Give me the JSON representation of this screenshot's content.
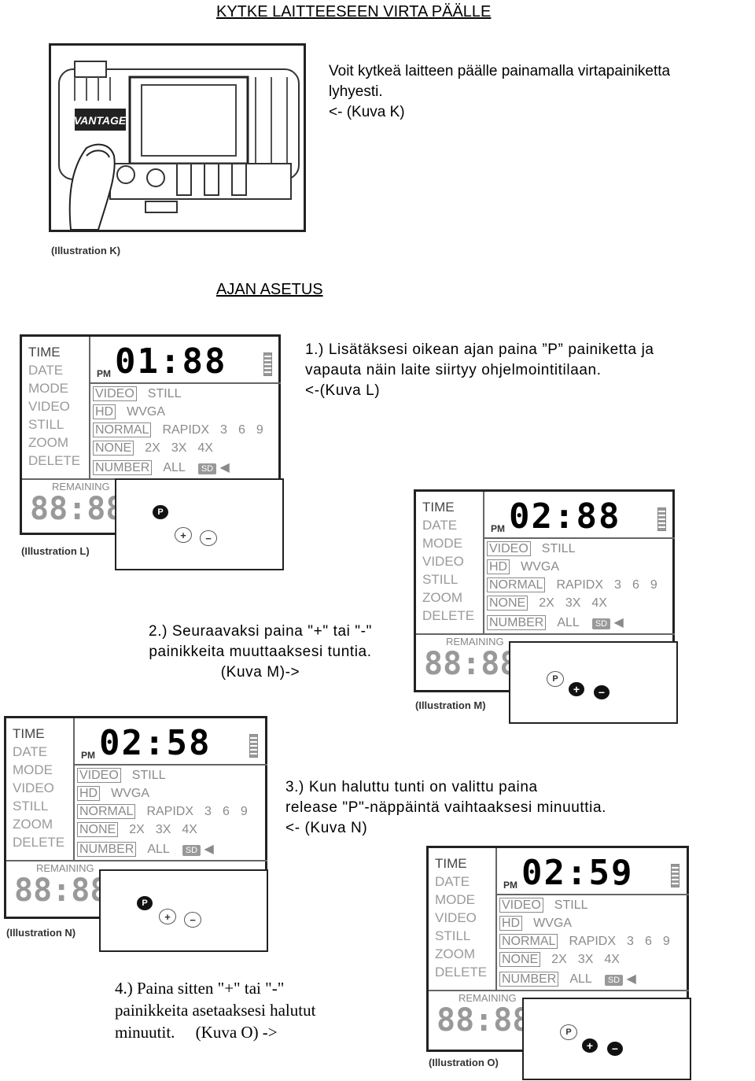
{
  "page": {
    "heading1": "KYTKE LAITTEESEEN VIRTA PÄÄLLE",
    "heading2": "AJAN ASETUS"
  },
  "intro": {
    "line1": "Voit kytkeä laitteen päälle painamalla virtapainiketta",
    "line2": "lyhyesti.",
    "line3": "<- (Kuva K)"
  },
  "steps": [
    {
      "line1": "1.) Lisätäksesi oikean ajan paina ”P” painiketta ja",
      "line2": "vapauta näin laite siirtyy ohjelmointitilaan.",
      "line3": "<-(Kuva L)"
    },
    {
      "line1": "2.) Seuraavaksi paina \"+\" tai \"-\"",
      "line2": "painikkeita muuttaaksesi tuntia.",
      "line3": "(Kuva M)->"
    },
    {
      "line1": "3.) Kun haluttu tunti on valittu paina",
      "line2": "release \"P\"-näppäintä vaihtaaksesi minuuttia.",
      "line3": "<- (Kuva N)"
    },
    {
      "line1": "4.) Paina sitten \"+\" tai \"-\"",
      "line2": "painikkeita  asetaaksesi halutut",
      "line3": "minuutit.     (Kuva O) ->"
    }
  ],
  "captions": {
    "k": "(Illustration K)",
    "l": "(Illustration L)",
    "m": "(Illustration M)",
    "n": "(Illustration N)",
    "o": "(Illustration O)"
  },
  "device": {
    "brand": "VANTAGE"
  },
  "lcd": {
    "menu": [
      "TIME",
      "DATE",
      "MODE",
      "VIDEO",
      "STILL",
      "ZOOM",
      "DELETE"
    ],
    "pm": "PM",
    "row_mode": [
      "VIDEO",
      "STILL"
    ],
    "row_video": [
      "HD",
      "WVGA"
    ],
    "row_still": [
      "NORMAL",
      "RAPIDX",
      "3",
      "6",
      "9"
    ],
    "row_zoom": [
      "NONE",
      "2X",
      "3X",
      "4X"
    ],
    "row_delete": [
      "NUMBER",
      "ALL"
    ],
    "sd": "SD",
    "remaining": "REMAINING",
    "remaining_digits": "88:88",
    "times": {
      "l": "01:88",
      "m": "02:88",
      "n": "02:58",
      "o": "02:59"
    }
  },
  "buttons": {
    "p": "P",
    "plus": "+",
    "minus": "−"
  }
}
